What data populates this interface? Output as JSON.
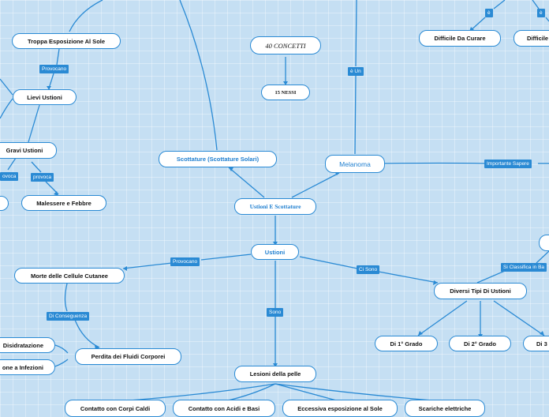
{
  "nodes": {
    "center": "Ustioni E Scottature",
    "concepts": "40 CONCETTI",
    "links": "15 NESSI",
    "sunburn": "Scottature (Scottature Solari)",
    "melanoma": "Melanoma",
    "overexposure": "Troppa Esposizione Al Sole",
    "mild_burns": "Lievi Ustioni",
    "severe_burns": "Gravi Ustioni",
    "malaise": "Malessere e Febbre",
    "hard_to_cure_1": "Difficile Da Curare",
    "hard_to_cure_2": "Difficile",
    "burns": "Ustioni",
    "cell_death": "Morte delle Cellule Cutanee",
    "dehydration": "Disidratazione",
    "infections": "one a Infezioni",
    "fluid_loss": "Perdita dei Fluidi Corporei",
    "skin_lesions": "Lesioni della pelle",
    "types": "Diversi Tipi Di Ustioni",
    "first_degree": "Di 1° Grado",
    "second_degree": "Di 2° Grado",
    "third_degree": "Di 3",
    "hot_bodies": "Contatto con Corpi Caldi",
    "acids": "Contatto con Acidi e Basi",
    "sun_exposure": "Eccessiva esposizione al Sole",
    "electric": "Scariche elettriche"
  },
  "labels": {
    "provocano_1": "Provocano",
    "provoca": "provoca",
    "provoca_cut": "ovoca",
    "e_un": "è Un",
    "e_1": "è",
    "e_2": "è",
    "important": "Importante Sapere",
    "provocano_2": "Provocano",
    "di_conseguenza": "Di Conseguenza",
    "sono": "Sono",
    "ci_sono": "Ci Sono",
    "classifica": "Si Classifica in Ba"
  },
  "colors": {
    "background": "#c5dff3",
    "line": "#2a8ad4",
    "label_bg": "#2a8ad4",
    "node_text_blue": "#1f7fd0"
  }
}
